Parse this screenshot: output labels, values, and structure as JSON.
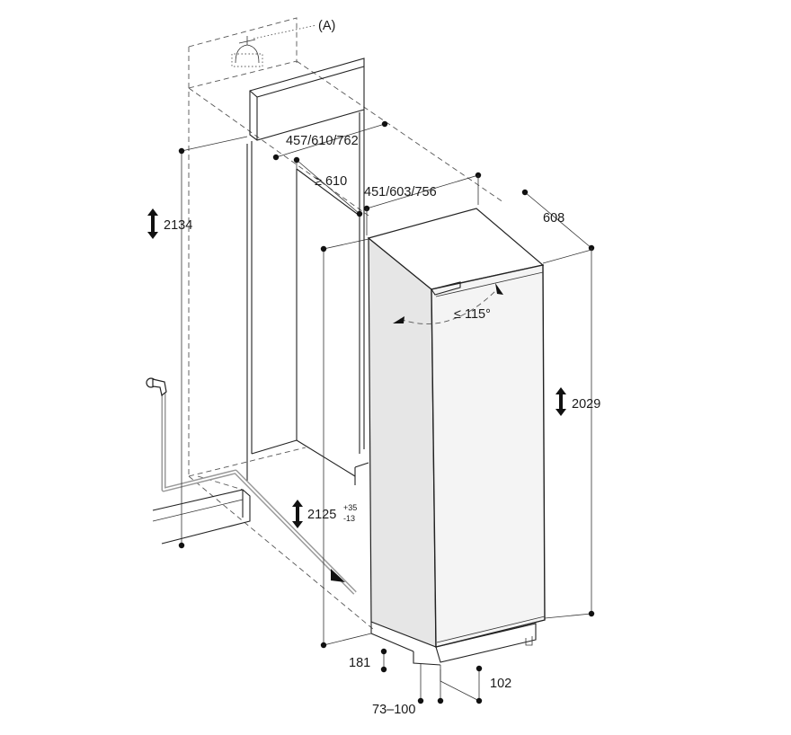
{
  "labels": {
    "callout_a": "(A)",
    "niche_height": "2134",
    "niche_width": "457/610/762",
    "depth_min": "≥ 610",
    "appliance_width": "451/603/756",
    "appliance_depth": "608",
    "door_angle": "≤ 115°",
    "appliance_height": "2029",
    "adjust_height_base": "2125",
    "adjust_height_plus": "+35",
    "adjust_height_minus": "-13",
    "plinth_height": "181",
    "plinth_depth": "102",
    "foot_range": "73–100"
  },
  "colors": {
    "line": "#222222",
    "appliance_side": "#e6e6e6",
    "appliance_front": "#f4f4f4",
    "hose": "#9a9a9a"
  },
  "icons": [
    "water-tap-icon",
    "outlet-symbol-icon",
    "double-arrow-icon",
    "flow-arrow-icon"
  ]
}
